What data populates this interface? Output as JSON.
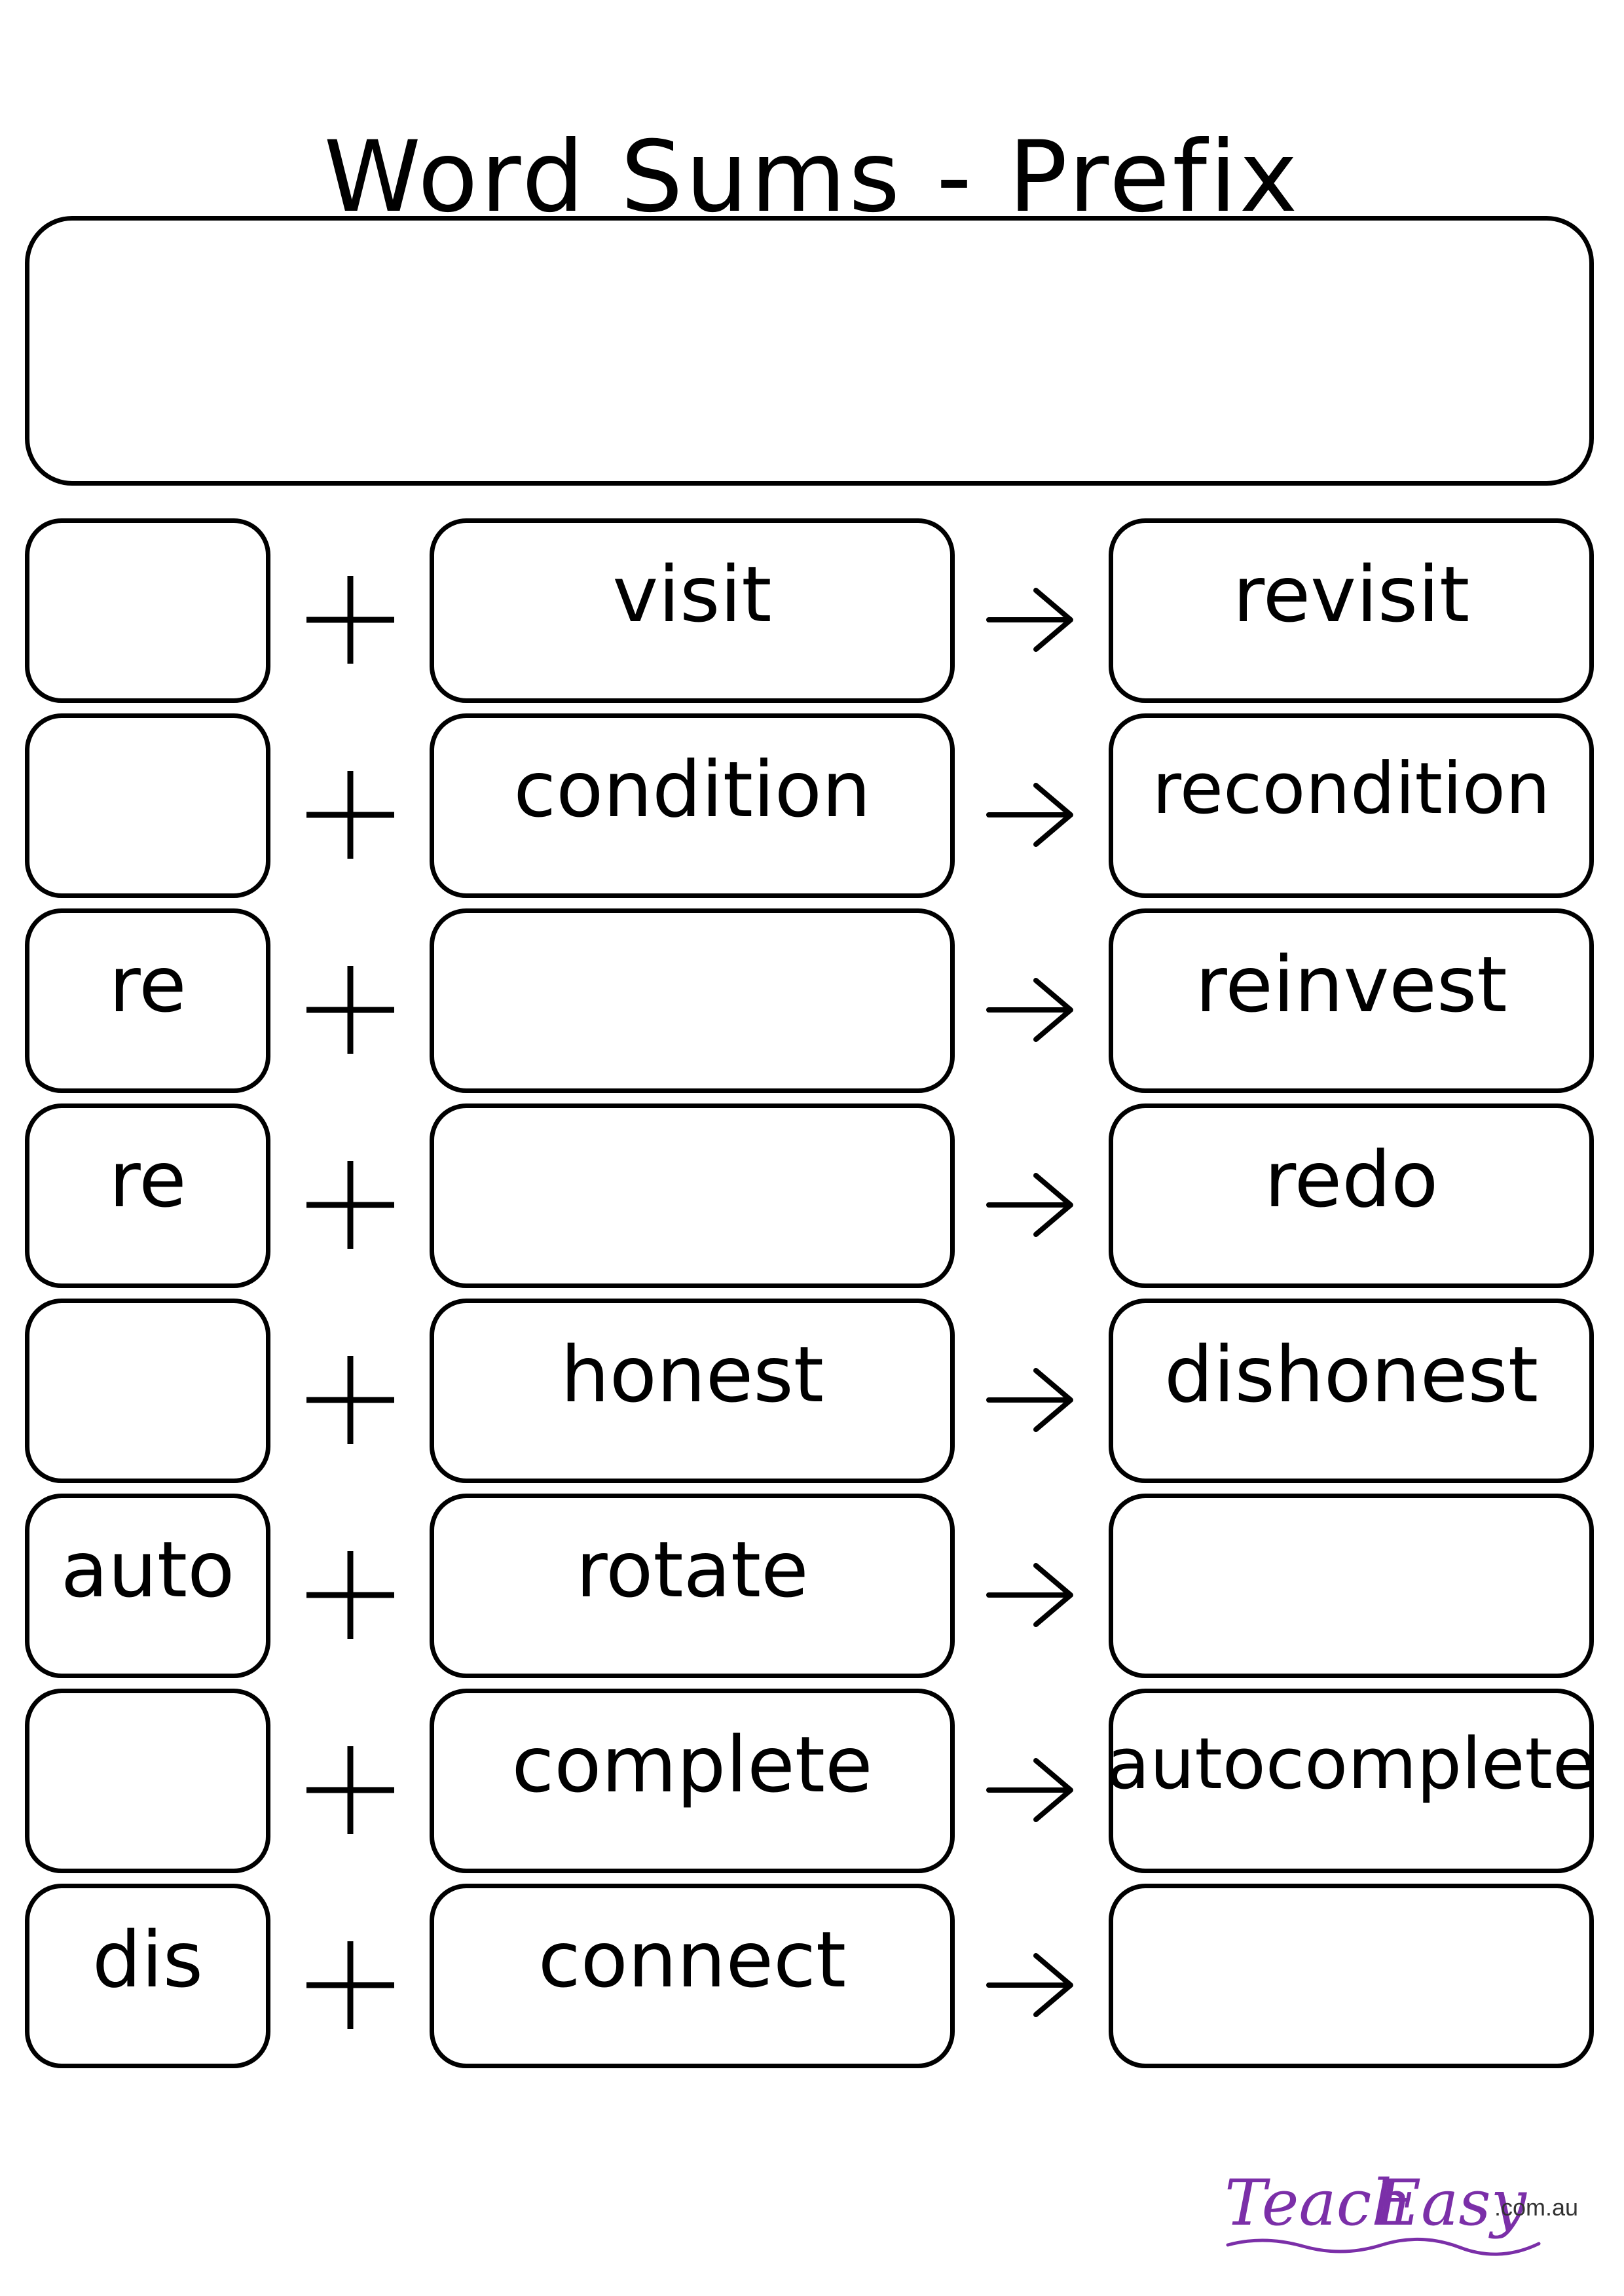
{
  "title": "Word Sums - Prefix",
  "rows": [
    {
      "prefix": "",
      "base": "visit",
      "result": "revisit"
    },
    {
      "prefix": "",
      "base": "condition",
      "result": "recondition"
    },
    {
      "prefix": "re",
      "base": "",
      "result": "reinvest"
    },
    {
      "prefix": "re",
      "base": "",
      "result": "redo"
    },
    {
      "prefix": "",
      "base": "honest",
      "result": "dishonest"
    },
    {
      "prefix": "auto",
      "base": "rotate",
      "result": ""
    },
    {
      "prefix": "",
      "base": "complete",
      "result": "autocomplete"
    },
    {
      "prefix": "dis",
      "base": "connect",
      "result": ""
    }
  ],
  "logo": {
    "name_part1": "Teach",
    "name_part2": "Easy",
    "domain": ".com.au"
  },
  "colors": {
    "ink": "#000000",
    "brand": "#7b2fa8"
  }
}
